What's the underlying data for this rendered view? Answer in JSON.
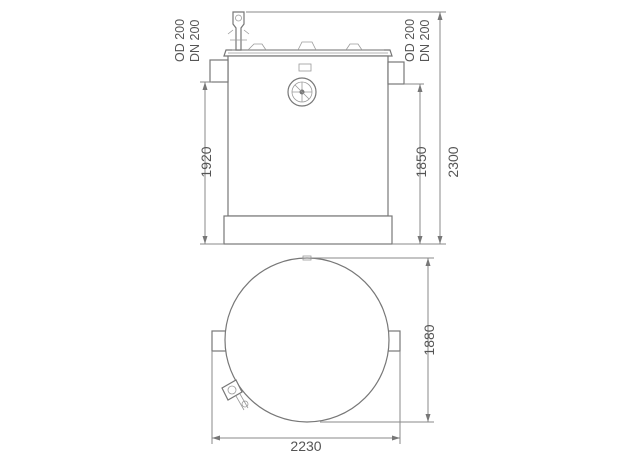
{
  "labels": {
    "inlet_od": "OD 200",
    "inlet_dn": "DN 200",
    "outlet_od": "OD 200",
    "outlet_dn": "DN 200"
  },
  "dimensions": {
    "inlet_height": "1920",
    "outlet_height": "1850",
    "total_height": "2300",
    "diameter": "1880",
    "overall_width": "2230"
  },
  "colors": {
    "line": "#8a8a8a",
    "text": "#555555"
  }
}
